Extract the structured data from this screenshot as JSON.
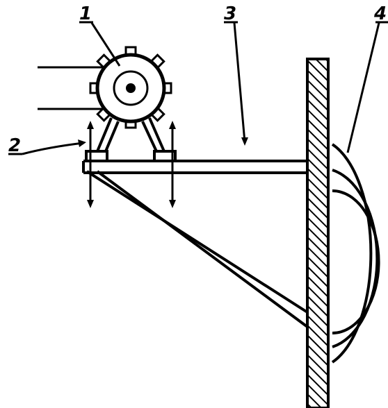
{
  "diagram": {
    "callouts": [
      {
        "id": "c1",
        "text": "1"
      },
      {
        "id": "c2",
        "text": "2"
      },
      {
        "id": "c3",
        "text": "3"
      },
      {
        "id": "c4",
        "text": "4"
      }
    ],
    "stroke_color": "#000000",
    "background_color": "#ffffff"
  }
}
